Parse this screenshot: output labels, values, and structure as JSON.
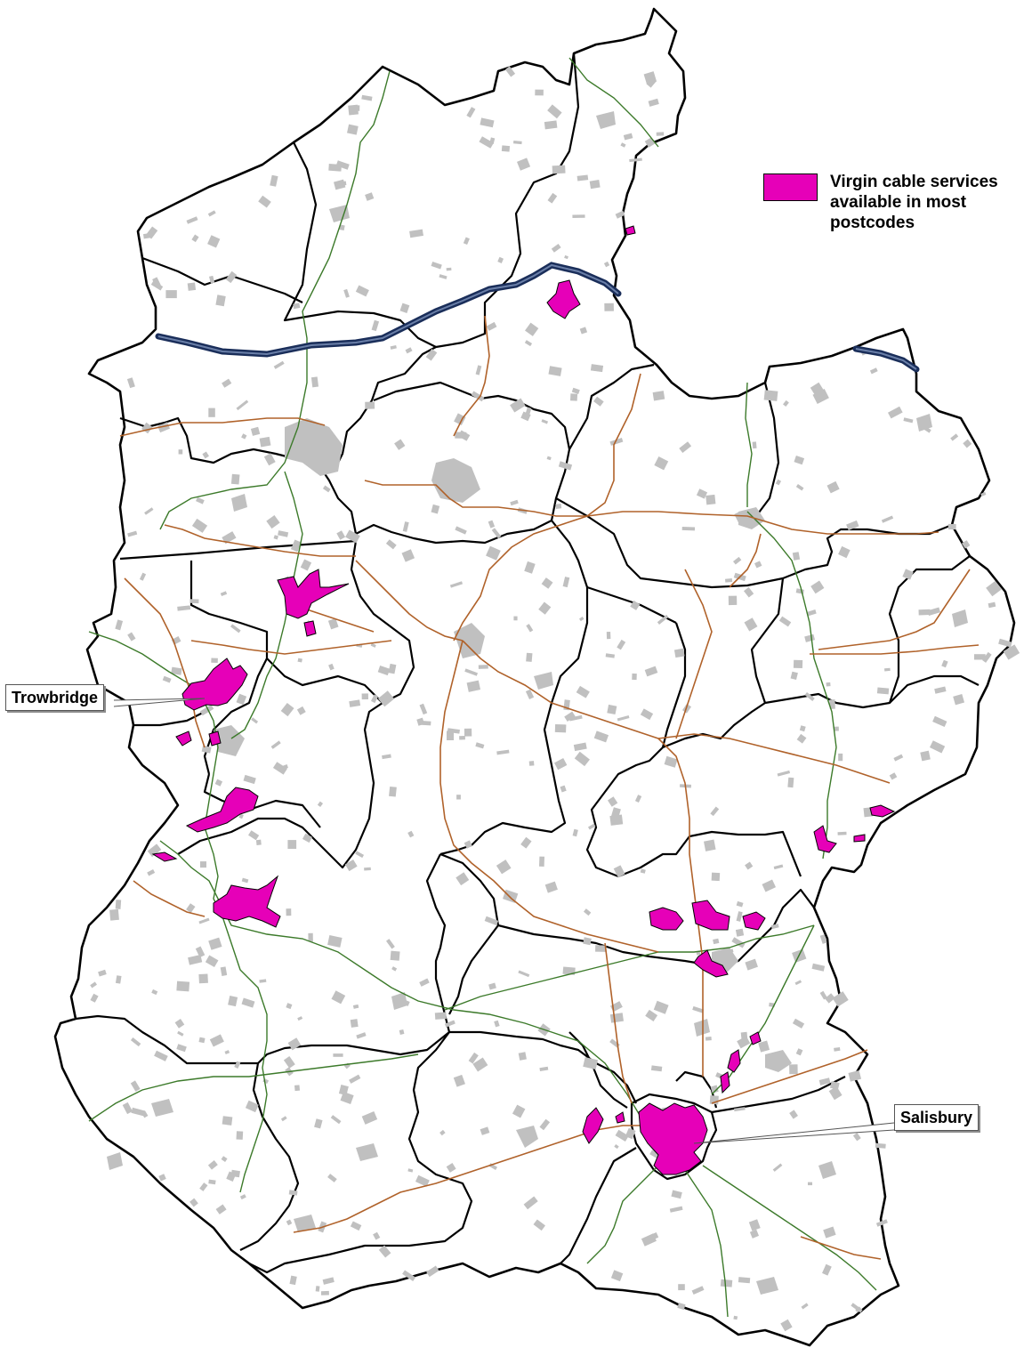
{
  "legend": {
    "label": "Virgin cable services available in most postcodes",
    "swatch_color": "#e600b8"
  },
  "labels": {
    "trowbridge": "Trowbridge",
    "salisbury": "Salisbury"
  },
  "colors": {
    "boundary": "#000000",
    "settlement": "#c0c0c0",
    "coverage": "#e600b8",
    "motorway": "#1a2e5a",
    "a_road": "#b0622a",
    "b_road": "#3c7a2a",
    "background": "#ffffff"
  },
  "map": {
    "region": "wiltshire-wards"
  }
}
